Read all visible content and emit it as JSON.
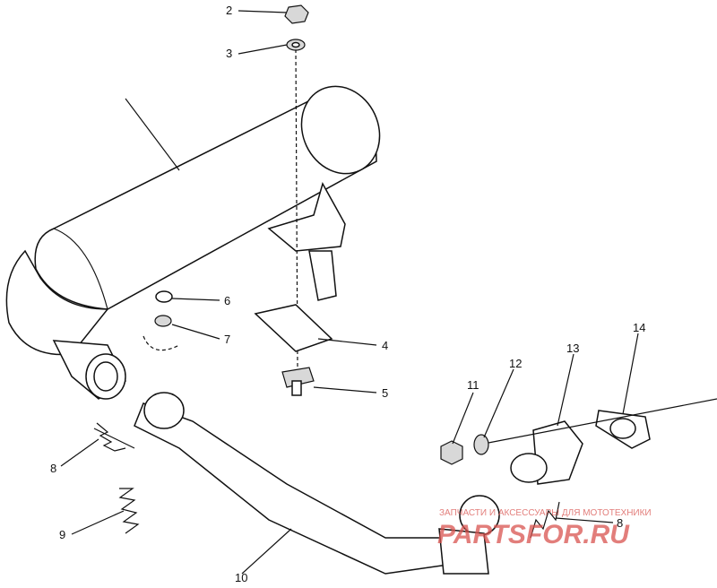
{
  "callouts": [
    {
      "id": "c2",
      "label": "2"
    },
    {
      "id": "c3",
      "label": "3"
    },
    {
      "id": "c4",
      "label": "4"
    },
    {
      "id": "c5",
      "label": "5"
    },
    {
      "id": "c6",
      "label": "6"
    },
    {
      "id": "c7",
      "label": "7"
    },
    {
      "id": "c8a",
      "label": "8"
    },
    {
      "id": "c8b",
      "label": "8"
    },
    {
      "id": "c9",
      "label": "9"
    },
    {
      "id": "c10",
      "label": "10"
    },
    {
      "id": "c11",
      "label": "11"
    },
    {
      "id": "c12",
      "label": "12"
    },
    {
      "id": "c13",
      "label": "13"
    },
    {
      "id": "c14",
      "label": "14"
    }
  ],
  "watermark": {
    "subtitle": "ЗАПЧАСТИ И АКСЕССУАРЫ ДЛЯ МОТОТЕХНИКИ",
    "brand": "PARTSFOR.RU",
    "color": "#d9534f"
  }
}
